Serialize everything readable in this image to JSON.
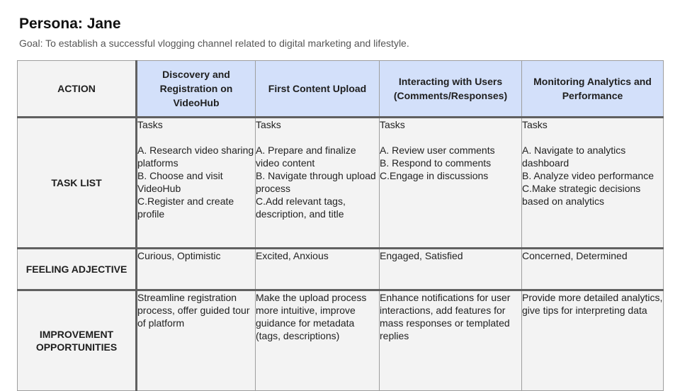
{
  "title": "Persona: Jane",
  "goal": "Goal: To establish a successful vlogging channel related to digital marketing and lifestyle.",
  "table": {
    "corner": "ACTION",
    "columns": [
      "Discovery and Registration on VideoHub",
      "First Content Upload",
      "Interacting with Users (Comments/Responses)",
      "Monitoring Analytics and Performance"
    ],
    "rows": {
      "tasks": {
        "label": "TASK LIST",
        "cells": [
          {
            "heading": "Tasks",
            "items": [
              "A. Research video sharing platforms",
              "B. Choose and visit VideoHub",
              "C.Register and create profile"
            ]
          },
          {
            "heading": "Tasks",
            "items": [
              "A. Prepare and finalize video content",
              "B. Navigate through upload process",
              "C.Add relevant tags, description, and title"
            ]
          },
          {
            "heading": "Tasks",
            "items": [
              "A. Review user comments",
              "B. Respond to comments",
              "C.Engage in discussions"
            ]
          },
          {
            "heading": "Tasks",
            "items": [
              "A. Navigate to analytics dashboard",
              "B. Analyze video performance",
              "C.Make strategic decisions based on analytics"
            ]
          }
        ]
      },
      "feeling": {
        "label": "FEELING ADJECTIVE",
        "cells": [
          "Curious, Optimistic",
          "Excited, Anxious",
          "Engaged, Satisfied",
          "Concerned, Determined"
        ]
      },
      "improvement": {
        "label": "IMPROVEMENT OPPORTUNITIES",
        "cells": [
          "Streamline registration process, offer guided tour of platform",
          "Make the upload process more intuitive, improve guidance for metadata (tags, descriptions)",
          "Enhance notifications for user interactions, add features for mass responses or templated replies",
          "Provide more detailed analytics, give tips for interpreting data"
        ]
      }
    }
  }
}
